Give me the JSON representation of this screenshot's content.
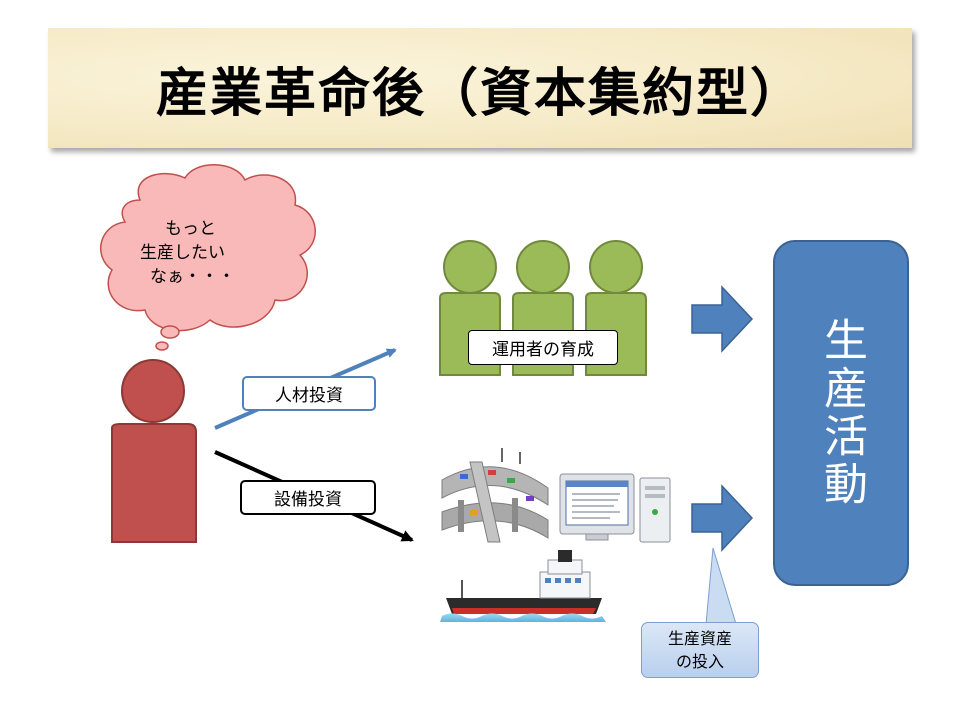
{
  "title": "産業革命後（資本集約型）",
  "thought": {
    "lines": [
      "もっと",
      "生産したい",
      "なぁ・・・"
    ]
  },
  "labels": {
    "human_investment": "人材投資",
    "equipment_investment": "設備投資",
    "operator_training": "運用者の育成"
  },
  "output": {
    "text": "生産活動"
  },
  "callout": {
    "lines": [
      "生産資産",
      "の投入"
    ]
  },
  "colors": {
    "person": "#c0504d",
    "workers": "#9bbb59",
    "arrow_blue": "#4f81bd",
    "output_box": "#4f81bd",
    "thought_cloud": "#f9b9b9",
    "title_bg": "#f6ebc8"
  }
}
